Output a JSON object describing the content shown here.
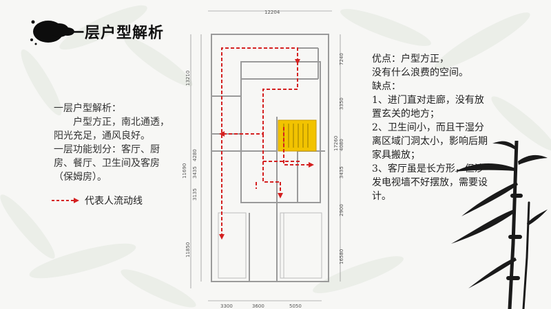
{
  "title": "一层户型解析",
  "left_text": {
    "heading": "一层户型解析：",
    "para1": "户型方正，南北通透，阳光充足，通风良好。",
    "para2": "一层功能划分：客厅、厨房、餐厅、卫生间及客房（保姆房）。"
  },
  "legend": {
    "label": "代表人流动线",
    "color": "#d42020"
  },
  "right_text": {
    "adv_title": "优点：户型方正，",
    "adv_body": "没有什么浪费的空间。",
    "dis_title": "缺点：",
    "dis_1": "1、进门直对走廊，没有放置玄关的地方；",
    "dis_2": "2、卫生间小，而且干湿分离区域门洞太小，影响后期家具搬放；",
    "dis_3": "3、客厅虽是长方形，但沙发电视墙不好摆放，需要设计。"
  },
  "dimensions": {
    "top": "12204",
    "left_1": "13210",
    "left_2": "4280",
    "left_3": "11690",
    "left_4": "3435",
    "left_5": "3135",
    "left_6": "11850",
    "right_1": "7240",
    "right_2": "3350",
    "right_3": "4080",
    "right_4": "17260",
    "right_5": "3435",
    "right_6": "2900",
    "right_7": "16580",
    "bottom_1": "3300",
    "bottom_2": "3600",
    "bottom_3": "5050"
  },
  "colors": {
    "flow_line": "#d42020",
    "stair_highlight": "#f2c300",
    "wall": "#9a9a9a"
  }
}
